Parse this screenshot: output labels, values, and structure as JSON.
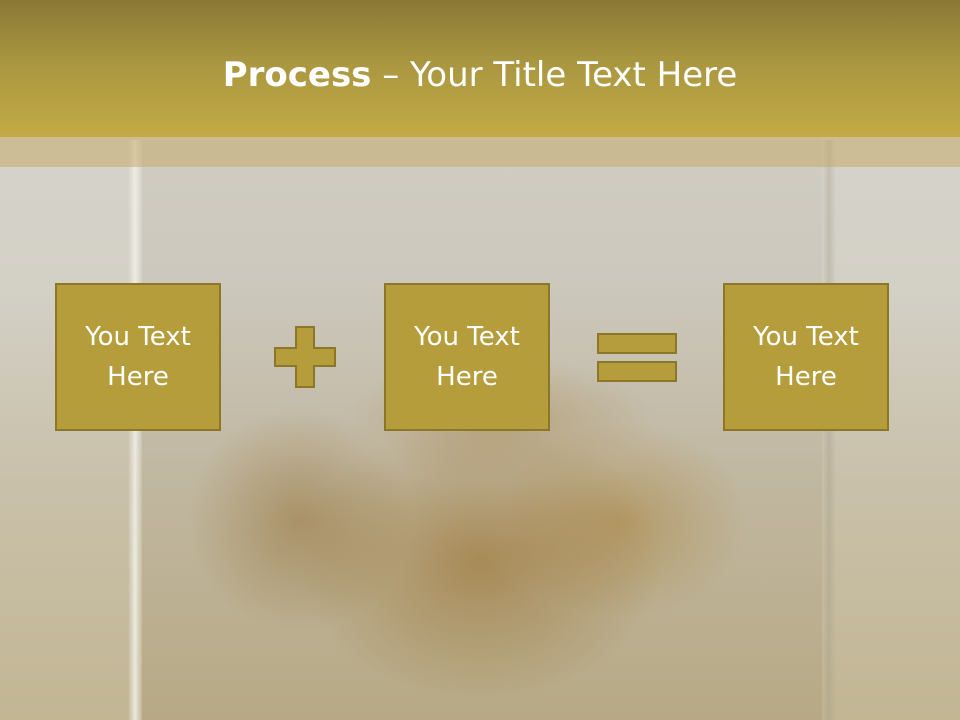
{
  "slide": {
    "title_bold": "Process",
    "title_rest": " – Your Title Text Here"
  },
  "process": {
    "boxes": [
      {
        "text": "You Text Here"
      },
      {
        "text": "You Text Here"
      },
      {
        "text": "You Text Here"
      }
    ],
    "operators": [
      "plus-icon",
      "equals-icon"
    ]
  },
  "colors": {
    "header": "#b8a041",
    "box_fill": "#b59d3c",
    "box_border": "#8c7628",
    "text": "#ffffff"
  }
}
